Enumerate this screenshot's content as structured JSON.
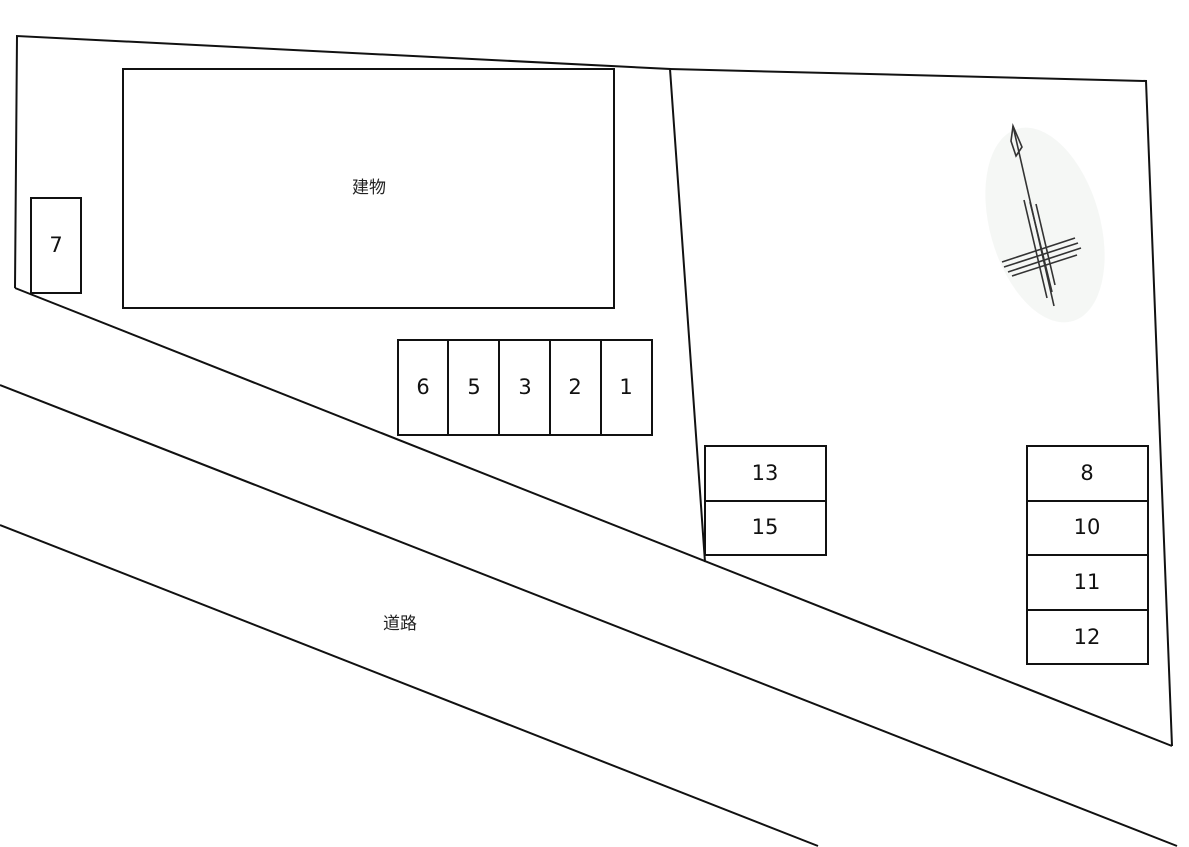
{
  "labels": {
    "building": "建物",
    "road": "道路"
  },
  "parking_slots": [
    "1",
    "2",
    "3",
    "5",
    "6",
    "7",
    "8",
    "10",
    "11",
    "12",
    "13",
    "15"
  ],
  "icons": {
    "compass": "north-arrow-icon"
  },
  "colors": {
    "line": "#111111",
    "background": "#ffffff"
  }
}
